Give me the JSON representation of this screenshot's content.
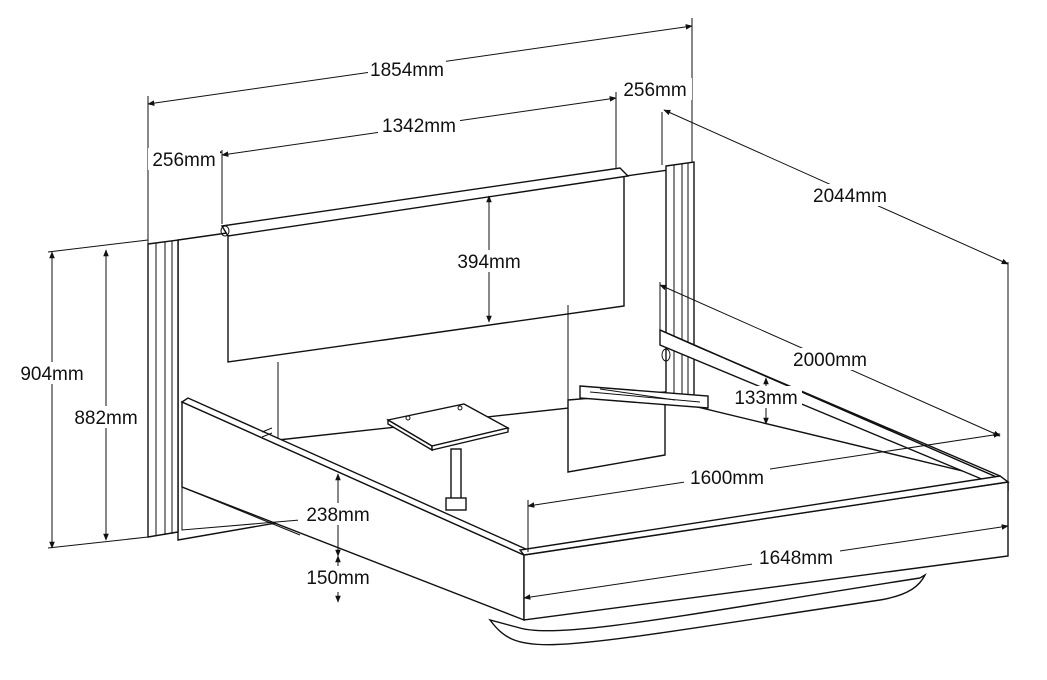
{
  "diagram": {
    "dimensions": {
      "overall_width": "1854mm",
      "side_post_left": "256mm",
      "side_post_right": "256mm",
      "headboard_width": "1342mm",
      "headboard_height": "394mm",
      "total_length": "2044mm",
      "mattress_length": "2000mm",
      "total_height": "904mm",
      "post_height": "882mm",
      "rail_height": "133mm",
      "mattress_width": "1600mm",
      "frame_height": "238mm",
      "clearance": "150mm",
      "frame_width": "1648mm"
    }
  }
}
